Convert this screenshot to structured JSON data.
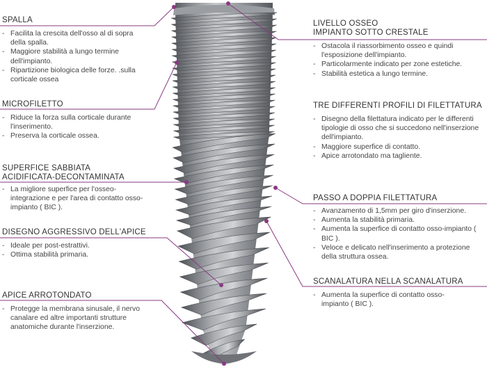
{
  "callouts": [
    {
      "id": "spalla",
      "title": [
        "SPALLA"
      ],
      "bullets": [
        "Facilita la crescita dell'osso al di sopra della spalla.",
        "Maggiore stabilità a lungo termine dell'impianto.",
        "Ripartizione biologica delle forze. .sulla corticale ossea"
      ]
    },
    {
      "id": "microfiletto",
      "title": [
        "MICROFILETTO"
      ],
      "bullets": [
        "Riduce la forza sulla corticale durante l'inserimento.",
        "Preserva la corticale ossea."
      ]
    },
    {
      "id": "superficie",
      "title": [
        "SUPERFICE SABBIATA",
        "ACIDIFICATA-DECONTAMINATA"
      ],
      "bullets": [
        "La migliore superfice per l'osseo-integrazione e per l'area di contatto osso-impianto ( BIC )."
      ]
    },
    {
      "id": "apice-aggressivo",
      "title": [
        "DISEGNO AGGRESSIVO DELL'APICE"
      ],
      "bullets": [
        "Ideale per post-estrattivi.",
        "Ottima stabilità primaria."
      ]
    },
    {
      "id": "apice-arrotondato",
      "title": [
        "APICE ARROTONDATO"
      ],
      "bullets": [
        "Protegge la membrana sinusale, il nervo canalare ed altre importanti strutture anatomiche durante l'inserzione."
      ]
    },
    {
      "id": "livello-osseo",
      "title": [
        "LIVELLO OSSEO",
        "IMPIANTO SOTTO CRESTALE"
      ],
      "bullets": [
        "Ostacola il riassorbimento osseo e quindi l'esposizione dell'impianto.",
        "Particolarmente indicato per zone estetiche.",
        "Stabilità estetica a lungo termine."
      ]
    },
    {
      "id": "tre-profili",
      "title": [
        "TRE DIFFERENTI PROFILI DI FILETTATURA"
      ],
      "bullets": [
        "Disegno della filettatura indicato per le differenti tipologie di osso che si succedono nell'inserzione dell'impianto.",
        "Maggiore superfice di contatto.",
        "Apice arrotondato ma tagliente."
      ]
    },
    {
      "id": "passo",
      "title": [
        "PASSO A DOPPIA FILETTATURA"
      ],
      "bullets": [
        "Avanzamento di 1,5mm per giro d'inserzione.",
        "Aumenta la stabilità primaria.",
        "Aumenta la superfice di contatto osso-impianto ( BIC ).",
        "Veloce e delicato nell'inserimento a protezione della struttura ossea."
      ]
    },
    {
      "id": "scanalatura",
      "title": [
        "SCANALATURA NELLA SCANALATURA"
      ],
      "bullets": [
        "Aumenta la superfice di contatto osso-impianto ( BIC )."
      ]
    }
  ],
  "colors": {
    "leader": "#8a3a83",
    "metal_dark": "#5b5e62",
    "metal_light": "#c9cbce"
  }
}
